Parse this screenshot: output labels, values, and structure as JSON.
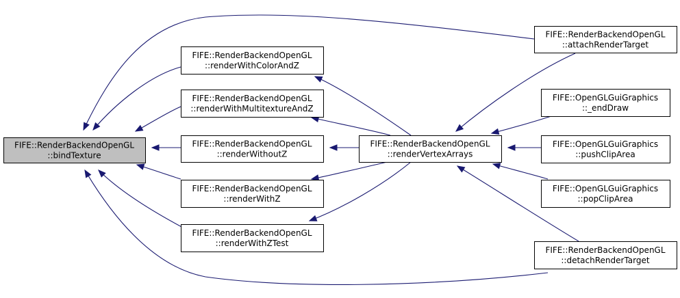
{
  "nodes": [
    {
      "id": "bindTexture",
      "line1": "FIFE::RenderBackendOpenGL",
      "line2": "::bindTexture",
      "highlight": true
    },
    {
      "id": "renderWithColorAndZ",
      "line1": "FIFE::RenderBackendOpenGL",
      "line2": "::renderWithColorAndZ"
    },
    {
      "id": "renderWithMultitextureAndZ",
      "line1": "FIFE::RenderBackendOpenGL",
      "line2": "::renderWithMultitextureAndZ"
    },
    {
      "id": "renderWithoutZ",
      "line1": "FIFE::RenderBackendOpenGL",
      "line2": "::renderWithoutZ"
    },
    {
      "id": "renderWithZ",
      "line1": "FIFE::RenderBackendOpenGL",
      "line2": "::renderWithZ"
    },
    {
      "id": "renderWithZTest",
      "line1": "FIFE::RenderBackendOpenGL",
      "line2": "::renderWithZTest"
    },
    {
      "id": "renderVertexArrays",
      "line1": "FIFE::RenderBackendOpenGL",
      "line2": "::renderVertexArrays"
    },
    {
      "id": "attachRenderTarget",
      "line1": "FIFE::RenderBackendOpenGL",
      "line2": "::attachRenderTarget"
    },
    {
      "id": "endDraw",
      "line1": "FIFE::OpenGLGuiGraphics",
      "line2": "::_endDraw"
    },
    {
      "id": "pushClipArea",
      "line1": "FIFE::OpenGLGuiGraphics",
      "line2": "::pushClipArea"
    },
    {
      "id": "popClipArea",
      "line1": "FIFE::OpenGLGuiGraphics",
      "line2": "::popClipArea"
    },
    {
      "id": "detachRenderTarget",
      "line1": "FIFE::RenderBackendOpenGL",
      "line2": "::detachRenderTarget"
    }
  ],
  "edges": [
    {
      "from": "attachRenderTarget",
      "to": "bindTexture"
    },
    {
      "from": "renderWithColorAndZ",
      "to": "bindTexture"
    },
    {
      "from": "renderWithMultitextureAndZ",
      "to": "bindTexture"
    },
    {
      "from": "renderWithoutZ",
      "to": "bindTexture"
    },
    {
      "from": "renderWithZ",
      "to": "bindTexture"
    },
    {
      "from": "renderWithZTest",
      "to": "bindTexture"
    },
    {
      "from": "detachRenderTarget",
      "to": "bindTexture"
    },
    {
      "from": "renderVertexArrays",
      "to": "renderWithColorAndZ"
    },
    {
      "from": "renderVertexArrays",
      "to": "renderWithMultitextureAndZ"
    },
    {
      "from": "renderVertexArrays",
      "to": "renderWithoutZ"
    },
    {
      "from": "renderVertexArrays",
      "to": "renderWithZ"
    },
    {
      "from": "renderVertexArrays",
      "to": "renderWithZTest"
    },
    {
      "from": "attachRenderTarget",
      "to": "renderVertexArrays"
    },
    {
      "from": "endDraw",
      "to": "renderVertexArrays"
    },
    {
      "from": "pushClipArea",
      "to": "renderVertexArrays"
    },
    {
      "from": "popClipArea",
      "to": "renderVertexArrays"
    },
    {
      "from": "detachRenderTarget",
      "to": "renderVertexArrays"
    }
  ],
  "colors": {
    "edge": "#191970",
    "highlight_fill": "#bfbfbf",
    "node_fill": "#ffffff",
    "border": "#000000"
  }
}
